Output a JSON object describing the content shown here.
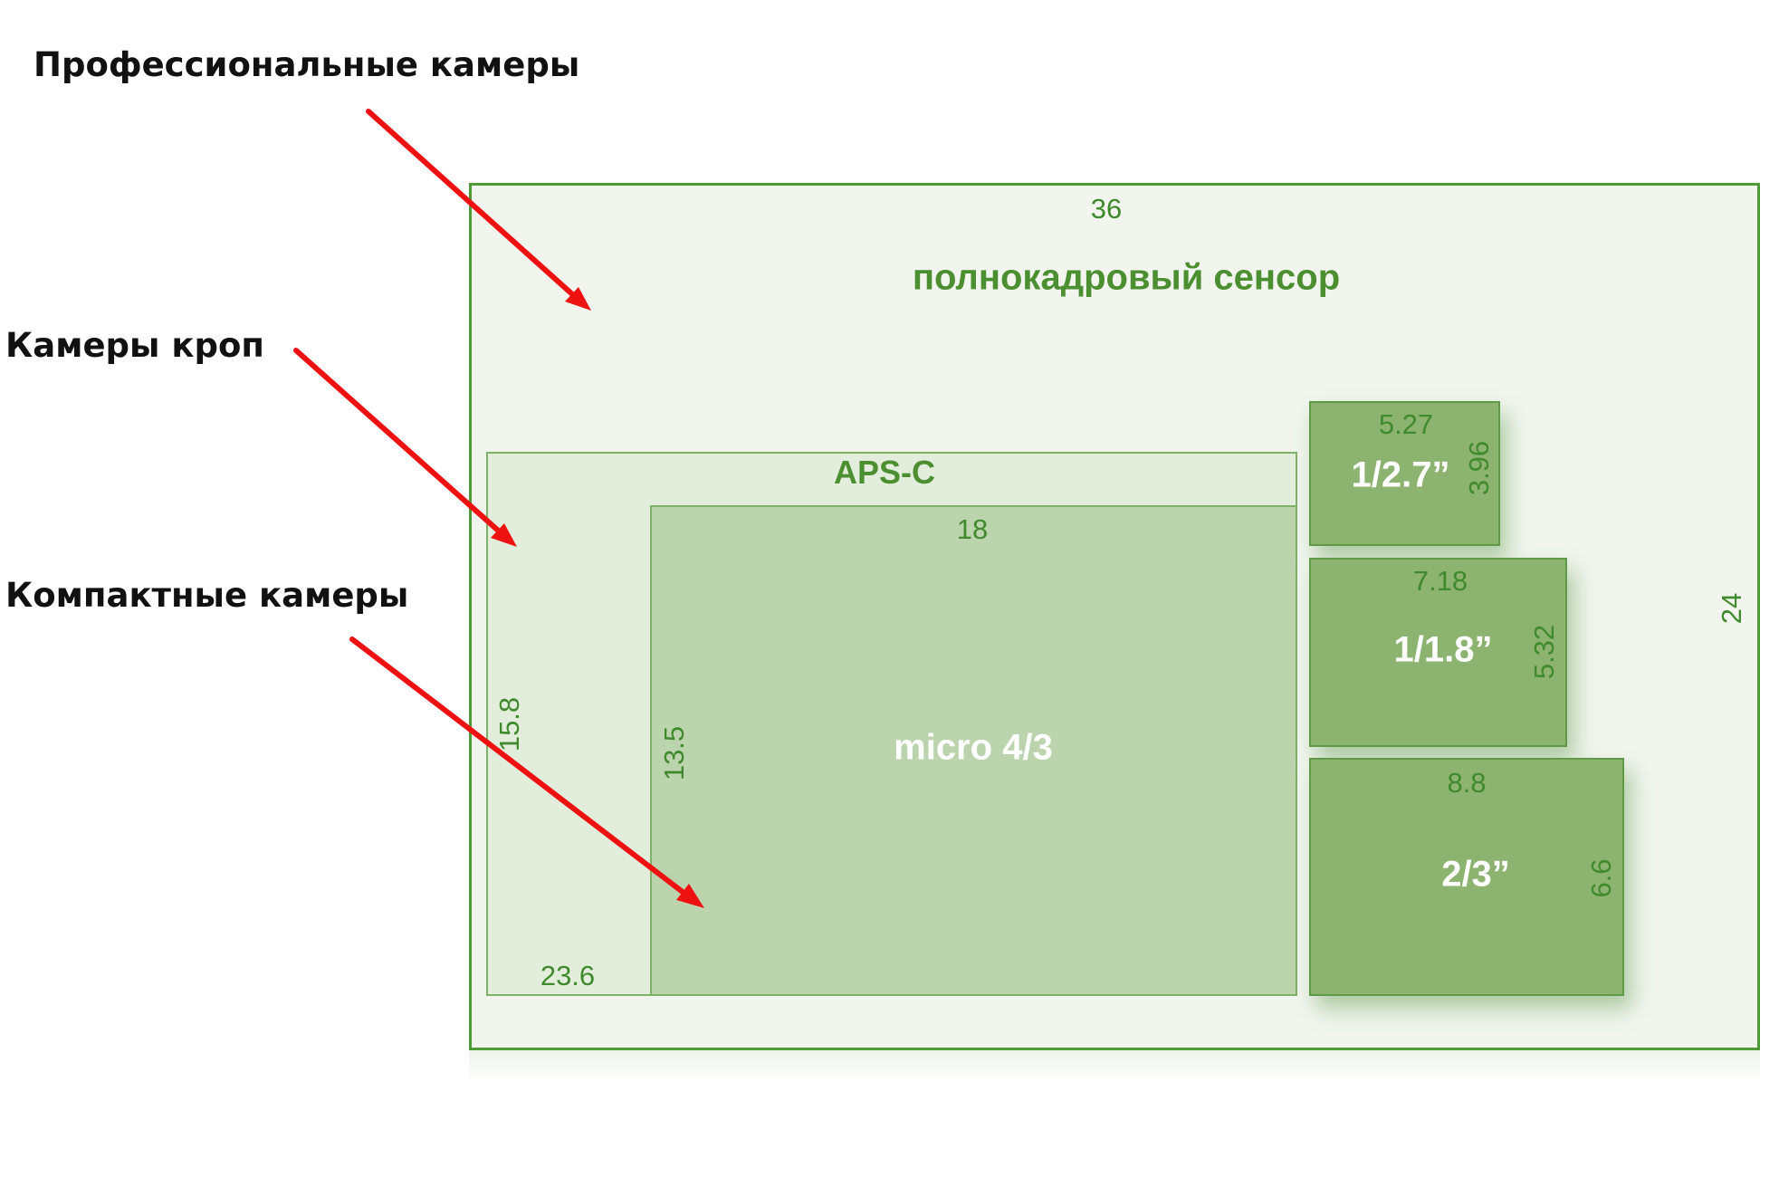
{
  "labels": {
    "pro": "Профессиональные камеры",
    "crop": "Камеры кроп",
    "compact": "Компактные камеры"
  },
  "sensors": {
    "full": {
      "name": "полнокадровый сенсор",
      "width": "36",
      "height": "24"
    },
    "apsc": {
      "name": "APS-C",
      "width": "23.6",
      "height": "15.8"
    },
    "m43": {
      "name": "micro 4/3",
      "width": "18",
      "height": "13.5"
    },
    "s27": {
      "name": "1/2.7”",
      "width": "5.27",
      "height": "3.96"
    },
    "s18": {
      "name": "1/1.8”",
      "width": "7.18",
      "height": "5.32"
    },
    "s23": {
      "name": "2/3”",
      "width": "8.8",
      "height": "6.6"
    }
  },
  "colors": {
    "arrow": "#ee1111",
    "frame": "#4f9a37",
    "text_green": "#4b8f30"
  }
}
